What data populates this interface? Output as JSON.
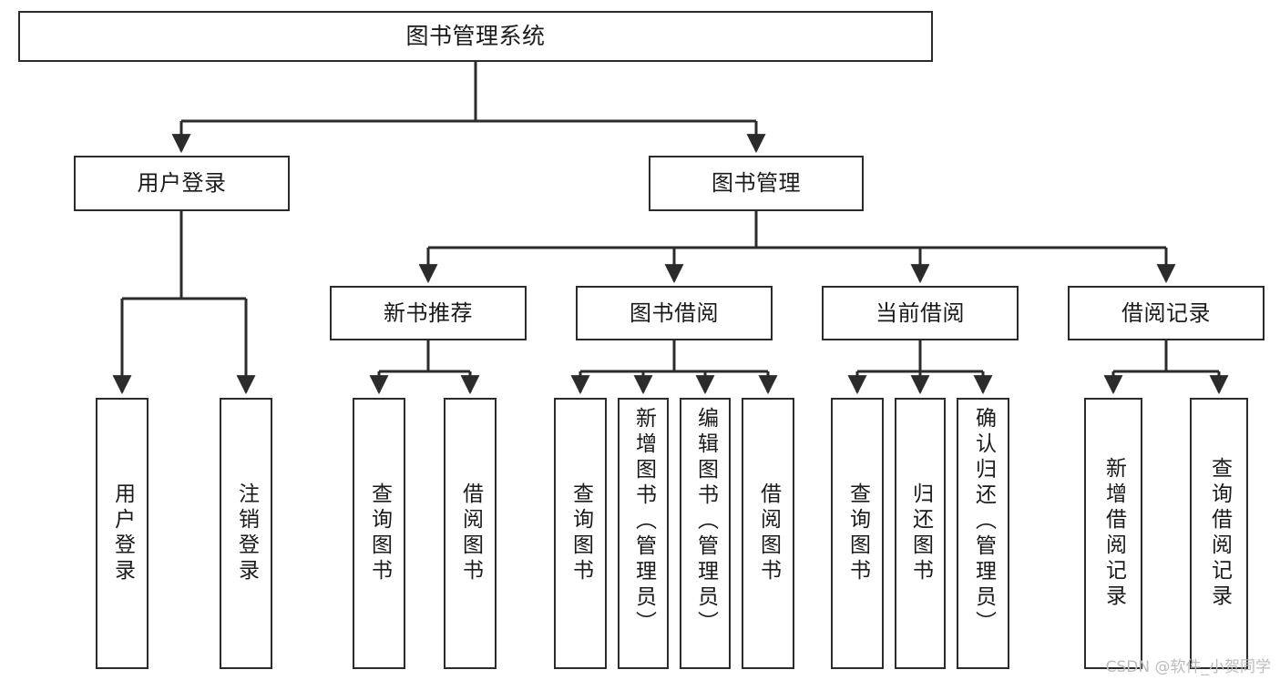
{
  "diagram": {
    "type": "tree-hierarchy",
    "title": "图书管理系统",
    "watermark": "CSDN @软件_小贺同学",
    "style": {
      "box_fill": "#ffffff",
      "box_stroke": "#2b2b2b",
      "connector_stroke": "#2b2b2b",
      "text_color": "#1a1a1a",
      "watermark_color": "#bcbcbc",
      "background": "#ffffff"
    },
    "nodes": {
      "root": {
        "label": "图书管理系统"
      },
      "level2": [
        {
          "id": "user-login",
          "label": "用户登录"
        },
        {
          "id": "book-manage",
          "label": "图书管理"
        }
      ],
      "level3": [
        {
          "id": "new-book-recommend",
          "label": "新书推荐"
        },
        {
          "id": "book-borrow",
          "label": "图书借阅"
        },
        {
          "id": "current-borrow",
          "label": "当前借阅"
        },
        {
          "id": "borrow-record",
          "label": "借阅记录"
        }
      ],
      "leaves": {
        "user-login": [
          {
            "id": "leaf-user-login",
            "label": "用户登录"
          },
          {
            "id": "leaf-logout-login",
            "label": "注销登录"
          }
        ],
        "new-book-recommend": [
          {
            "id": "leaf-query-book-1",
            "label": "查询图书"
          },
          {
            "id": "leaf-borrow-book-1",
            "label": "借阅图书"
          }
        ],
        "book-borrow": [
          {
            "id": "leaf-query-book-2",
            "label": "查询图书"
          },
          {
            "id": "leaf-add-book",
            "label": "新增图书（管理员）"
          },
          {
            "id": "leaf-edit-book",
            "label": "编辑图书（管理员）"
          },
          {
            "id": "leaf-borrow-book-2",
            "label": "借阅图书"
          }
        ],
        "current-borrow": [
          {
            "id": "leaf-query-book-3",
            "label": "查询图书"
          },
          {
            "id": "leaf-return-book",
            "label": "归还图书"
          },
          {
            "id": "leaf-confirm-return",
            "label": "确认归还（管理员）"
          }
        ],
        "borrow-record": [
          {
            "id": "leaf-add-record",
            "label": "新增借阅记录"
          },
          {
            "id": "leaf-query-record",
            "label": "查询借阅记录"
          }
        ]
      }
    }
  }
}
